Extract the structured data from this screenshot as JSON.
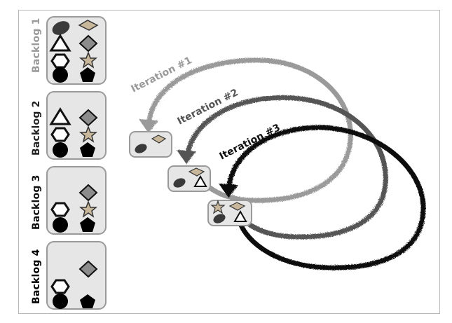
{
  "backlogs": [
    {
      "label": "Backlog 1",
      "color": "#9a9a9a"
    },
    {
      "label": "Backlog 2",
      "color": "#222222"
    },
    {
      "label": "Backlog 3",
      "color": "#111111"
    },
    {
      "label": "Backlog 4",
      "color": "#000000"
    }
  ],
  "iterations": [
    {
      "label": "Iteration #1",
      "color": "#9a9a9a"
    },
    {
      "label": "Iteration #2",
      "color": "#555555"
    },
    {
      "label": "Iteration #3",
      "color": "#111111"
    }
  ],
  "colors": {
    "card_fill": "#e6e6e6",
    "card_stroke": "#9a9a9a",
    "shape_tan": "#c8b79a",
    "shape_gray": "#8c8c8c",
    "shape_dark": "#3a3a3a"
  }
}
